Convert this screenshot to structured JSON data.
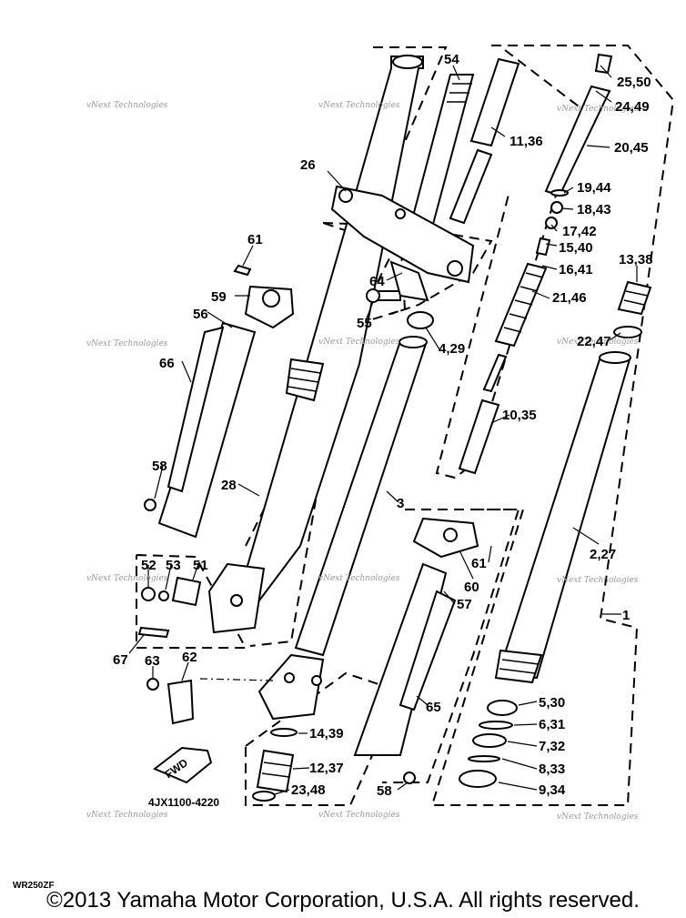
{
  "diagram": {
    "part_number": "4JX1100-4220",
    "fwd_label": "FWD",
    "drawing_code": "WR250ZF",
    "copyright": "©2013 Yamaha Motor Corporation, U.S.A. All rights reserved.",
    "watermark": "vNext Technologies",
    "callouts": [
      "54",
      "25,50",
      "24,49",
      "11,36",
      "20,45",
      "26",
      "19,44",
      "18,43",
      "17,42",
      "15,40",
      "61",
      "16,41",
      "13,38",
      "64",
      "59",
      "21,46",
      "56",
      "55",
      "4,29",
      "22,47",
      "66",
      "10,35",
      "58",
      "28",
      "3",
      "60",
      "61",
      "2,27",
      "52",
      "53",
      "51",
      "57",
      "67",
      "63",
      "62",
      "1",
      "5,30",
      "6,31",
      "65",
      "14,39",
      "7,32",
      "8,33",
      "12,37",
      "9,34",
      "23,48",
      "58"
    ]
  }
}
